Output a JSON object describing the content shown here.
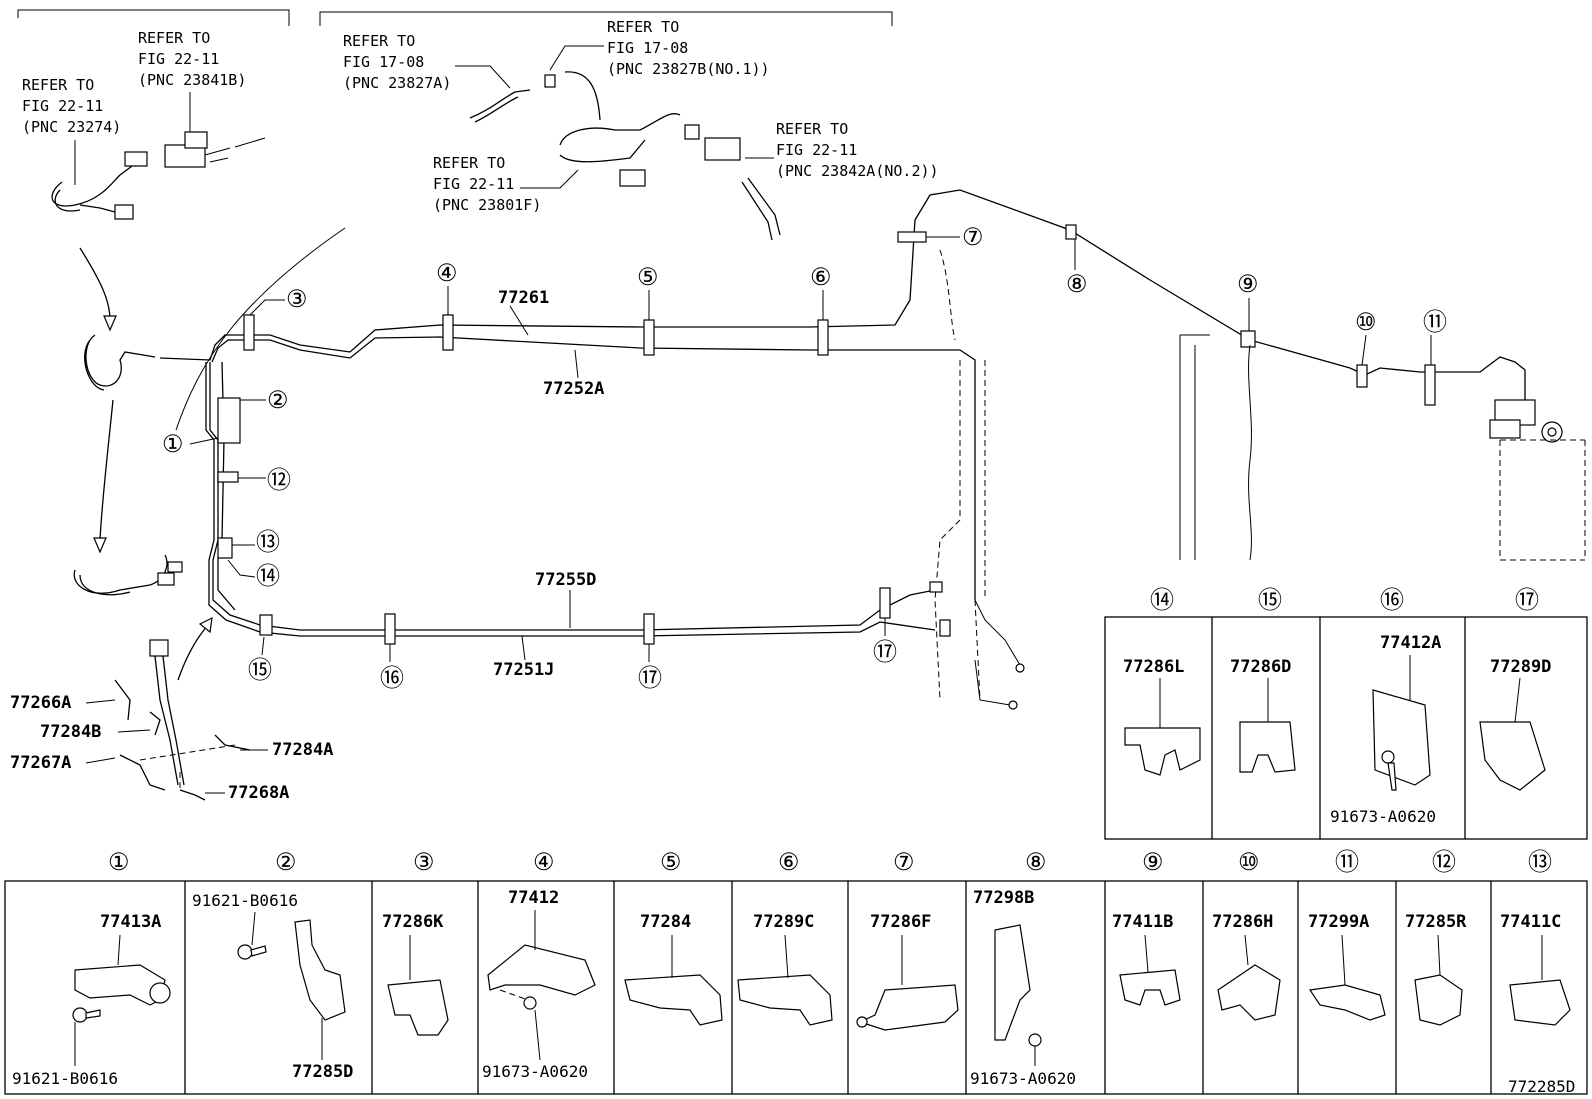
{
  "references": [
    {
      "id": "ref-1",
      "lines": [
        "REFER TO",
        "FIG 22-11",
        "(PNC 23274)"
      ]
    },
    {
      "id": "ref-2",
      "lines": [
        "REFER TO",
        "FIG 22-11",
        "(PNC 23841B)"
      ]
    },
    {
      "id": "ref-3",
      "lines": [
        "REFER TO",
        "FIG 17-08",
        "(PNC 23827A)"
      ]
    },
    {
      "id": "ref-4",
      "lines": [
        "REFER TO",
        "FIG 17-08",
        "(PNC 23827B(NO.1))"
      ]
    },
    {
      "id": "ref-5",
      "lines": [
        "REFER TO",
        "FIG 22-11",
        "(PNC 23801F)"
      ]
    },
    {
      "id": "ref-6",
      "lines": [
        "REFER TO",
        "FIG 22-11",
        "(PNC 23842A(NO.2))"
      ]
    }
  ],
  "main_parts": {
    "p77261": "77261",
    "p77252A": "77252A",
    "p77255D": "77255D",
    "p77251J": "77251J",
    "p77266A": "77266A",
    "p77284B": "77284B",
    "p77267A": "77267A",
    "p77284A": "77284A",
    "p77268A": "77268A"
  },
  "callouts": {
    "c1": "①",
    "c2": "②",
    "c3": "③",
    "c4": "④",
    "c5": "⑤",
    "c6": "⑥",
    "c7": "⑦",
    "c8": "⑧",
    "c9": "⑨",
    "c10": "⑩",
    "c11": "⑪",
    "c12": "⑫",
    "c13": "⑬",
    "c14": "⑭",
    "c15": "⑮",
    "c16": "⑯",
    "c17": "⑰"
  },
  "upper_table": [
    {
      "num": "⑭",
      "part": "77286L"
    },
    {
      "num": "⑮",
      "part": "77286D"
    },
    {
      "num": "⑯",
      "part": "77412A",
      "bolt": "91673-A0620"
    },
    {
      "num": "⑰",
      "part": "77289D"
    }
  ],
  "lower_table": [
    {
      "num": "①",
      "part": "77413A",
      "bolt": "91621-B0616"
    },
    {
      "num": "②",
      "part": "77285D",
      "bolt": "91621-B0616"
    },
    {
      "num": "③",
      "part": "77286K"
    },
    {
      "num": "④",
      "part": "77412",
      "bolt": "91673-A0620"
    },
    {
      "num": "⑤",
      "part": "77284"
    },
    {
      "num": "⑥",
      "part": "77289C"
    },
    {
      "num": "⑦",
      "part": "77286F"
    },
    {
      "num": "⑧",
      "part": "77298B",
      "bolt": "91673-A0620"
    },
    {
      "num": "⑨",
      "part": "77411B"
    },
    {
      "num": "⑩",
      "part": "77286H"
    },
    {
      "num": "⑪",
      "part": "77299A"
    },
    {
      "num": "⑫",
      "part": "77285R"
    },
    {
      "num": "⑬",
      "part": "77411C"
    }
  ],
  "figure_code": "772285D"
}
